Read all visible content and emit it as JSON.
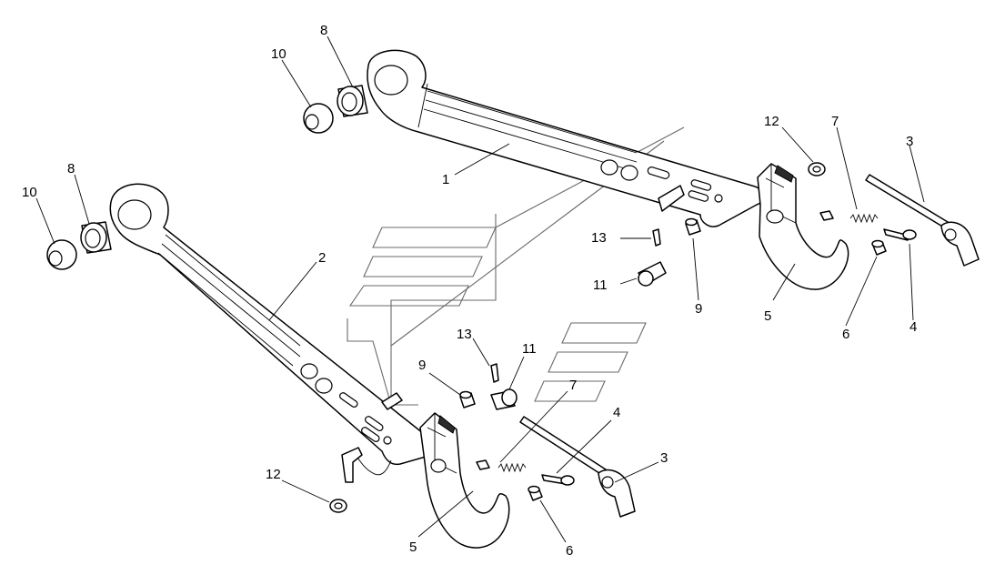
{
  "labels": [
    {
      "id": "1",
      "text": "1"
    },
    {
      "id": "2",
      "text": "2"
    },
    {
      "id": "3a",
      "text": "3"
    },
    {
      "id": "3b",
      "text": "3"
    },
    {
      "id": "4a",
      "text": "4"
    },
    {
      "id": "4b",
      "text": "4"
    },
    {
      "id": "5a",
      "text": "5"
    },
    {
      "id": "5b",
      "text": "5"
    },
    {
      "id": "6a",
      "text": "6"
    },
    {
      "id": "6b",
      "text": "6"
    },
    {
      "id": "7a",
      "text": "7"
    },
    {
      "id": "7b",
      "text": "7"
    },
    {
      "id": "8a",
      "text": "8"
    },
    {
      "id": "8b",
      "text": "8"
    },
    {
      "id": "9a",
      "text": "9"
    },
    {
      "id": "9b",
      "text": "9"
    },
    {
      "id": "10a",
      "text": "10"
    },
    {
      "id": "10b",
      "text": "10"
    },
    {
      "id": "11a",
      "text": "11"
    },
    {
      "id": "11b",
      "text": "11"
    },
    {
      "id": "12a",
      "text": "12"
    },
    {
      "id": "12b",
      "text": "12"
    },
    {
      "id": "13a",
      "text": "13"
    },
    {
      "id": "13b",
      "text": "13"
    }
  ]
}
